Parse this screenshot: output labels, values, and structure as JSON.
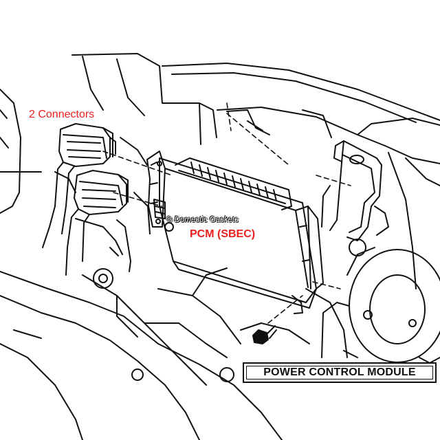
{
  "labels": {
    "connectors": "2 Connectors",
    "pcm": "PCM (SBEC)",
    "watermark": "© Domestic Gaskets",
    "title": "POWER CONTROL MODULE"
  },
  "colors": {
    "label_red": "#e8201e",
    "line": "#111111",
    "background": "#ffffff"
  }
}
